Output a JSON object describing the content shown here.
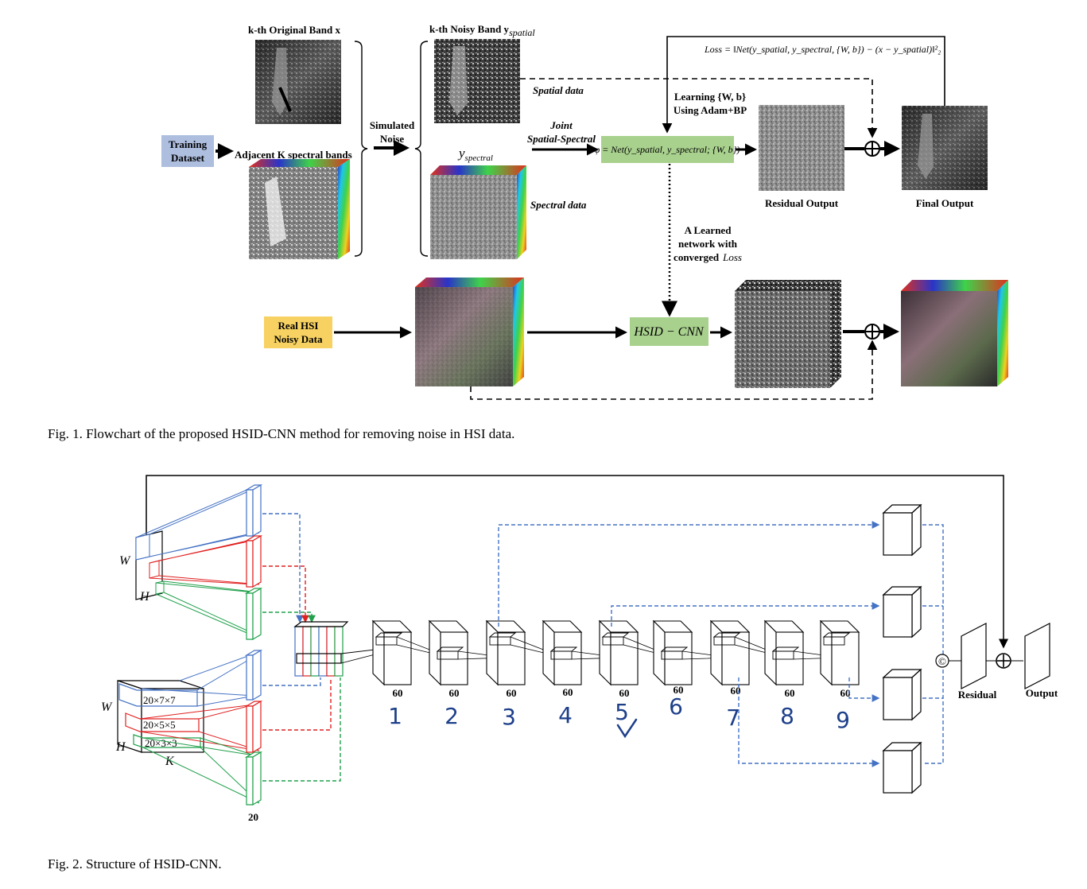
{
  "figure1": {
    "caption": "Fig. 1.   Flowchart of the proposed HSID-CNN method for removing noise in HSI data.",
    "original_band_label": "k-th Original Band x",
    "noisy_band_label": "k-th Noisy Band y",
    "noisy_band_sub": "spatial",
    "adjacent_label": "Adjacent K spectral bands",
    "training_dataset": [
      "Training",
      "Dataset"
    ],
    "simulated_noise": [
      "Simulated",
      "Noise"
    ],
    "y_spectral": "y",
    "y_spectral_sub": "spectral",
    "spatial_data": "Spatial data",
    "spectral_data": "Spectral data",
    "joint": [
      "Joint",
      "Spatial-Spectral"
    ],
    "net_formula": "φ = Net(y_spatial, y_spectral; {W, b})",
    "learning": [
      "Learning {W, b}",
      "Using Adam+BP"
    ],
    "loss_formula": "Loss = ‖Net(y_spatial, y_spectral, {W, b}) − (x − y_spatial)‖²₂",
    "residual_output": "Residual Output",
    "final_output": "Final Output",
    "learned_network": [
      "A Learned",
      "network with",
      "converged",
      "Loss"
    ],
    "real_hsi": [
      "Real HSI",
      "Noisy Data"
    ],
    "hsid_cnn": "HSID − CNN"
  },
  "figure2": {
    "caption": "Fig. 2.   Structure of HSID-CNN.",
    "w_label": "W",
    "h_label": "H",
    "k_label": "K",
    "filters": [
      "20×7×7",
      "20×5×5",
      "20×3×3"
    ],
    "bottom_count": "20",
    "layer_counts": [
      "60",
      "60",
      "60",
      "60",
      "60",
      "60",
      "60",
      "60",
      "60"
    ],
    "handwritten": [
      "1",
      "2",
      "3",
      "4",
      "5",
      "6",
      "7",
      "8",
      "9"
    ],
    "concat_symbol": "©",
    "residual": "Residual",
    "output": "Output"
  },
  "colors": {
    "blue_box": "#aebedf",
    "yellow_box": "#f7d262",
    "green_box": "#a9d18e",
    "blue_line": "#4472c4",
    "red_line": "#e02020",
    "green_line": "#1fa04a",
    "handwriting": "#1d3f8a"
  }
}
